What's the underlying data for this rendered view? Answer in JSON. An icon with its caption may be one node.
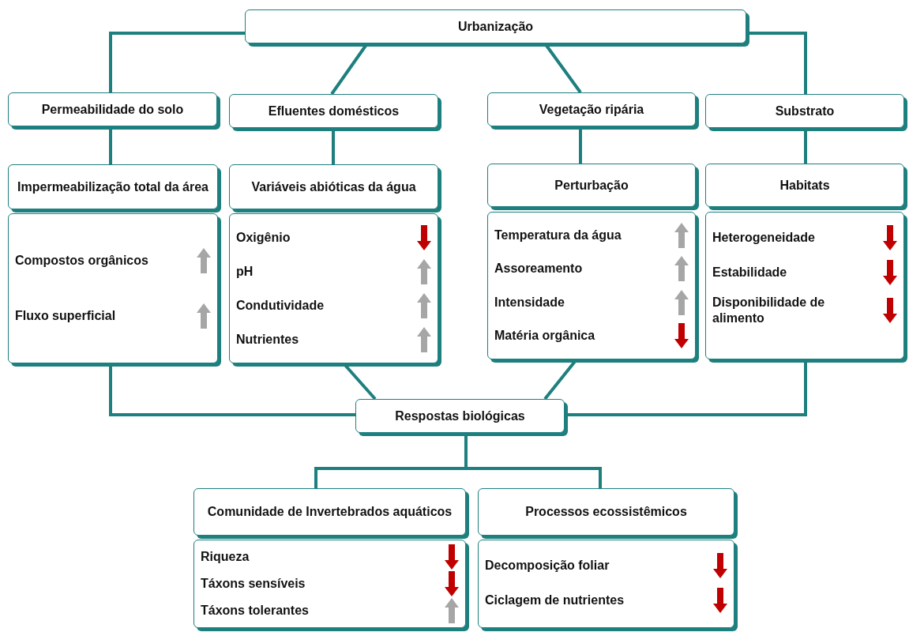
{
  "diagram": {
    "nodes": [
      {
        "text": [
          "Urbanização"
        ]
      },
      {
        "text": [
          "Permeabilidade do solo"
        ]
      },
      {
        "text": [
          "Efluentes domésticos"
        ]
      },
      {
        "text": [
          "Vegetação ripária"
        ]
      },
      {
        "text": [
          "Substrato"
        ]
      },
      {
        "text": [
          "Impermeabilização total da área"
        ]
      },
      {
        "text": [
          "Variáveis abióticas da água"
        ]
      },
      {
        "text": [
          "Perturbação"
        ]
      },
      {
        "text": [
          "Habitats"
        ]
      },
      {
        "text": [
          "Compostos orgânicos",
          "Fluxo superficial"
        ]
      },
      {
        "text": [
          "Oxigênio",
          "pH",
          "Condutividade",
          "Nutrientes"
        ]
      },
      {
        "text": [
          "Temperatura da água",
          "Assoreamento",
          "Intensidade",
          "Matéria orgânica"
        ]
      },
      {
        "text": [
          "Heterogeneidade",
          "Estabilidade",
          "Disponibilidade de alimento"
        ]
      },
      {
        "text": [
          "Respostas biológicas"
        ]
      },
      {
        "text": [
          "Comunidade de Invertebrados aquáticos"
        ]
      },
      {
        "text": [
          "Processos ecossistêmicos"
        ]
      },
      {
        "text": [
          "Riqueza",
          "Táxons sensíveis",
          "Táxons tolerantes"
        ]
      },
      {
        "text": [
          "Decomposição foliar",
          "Ciclagem de nutrientes"
        ]
      }
    ],
    "edges": [
      {
        "from": 0,
        "to": 1,
        "arrow": "none"
      },
      {
        "from": 0,
        "to": 2,
        "arrow": "none"
      },
      {
        "from": 0,
        "to": 3,
        "arrow": "none"
      },
      {
        "from": 0,
        "to": 4,
        "arrow": "none"
      },
      {
        "from": 1,
        "to": 5,
        "arrow": "none"
      },
      {
        "from": 2,
        "to": 6,
        "arrow": "none"
      },
      {
        "from": 3,
        "to": 7,
        "arrow": "none"
      },
      {
        "from": 4,
        "to": 8,
        "arrow": "none"
      },
      {
        "from": 9,
        "to": 13,
        "arrow": "none"
      },
      {
        "from": 10,
        "to": 13,
        "arrow": "none"
      },
      {
        "from": 11,
        "to": 13,
        "arrow": "none"
      },
      {
        "from": 12,
        "to": 13,
        "arrow": "none"
      },
      {
        "from": 13,
        "to": 14,
        "arrow": "none"
      },
      {
        "from": 13,
        "to": 15,
        "arrow": "none"
      }
    ]
  }
}
